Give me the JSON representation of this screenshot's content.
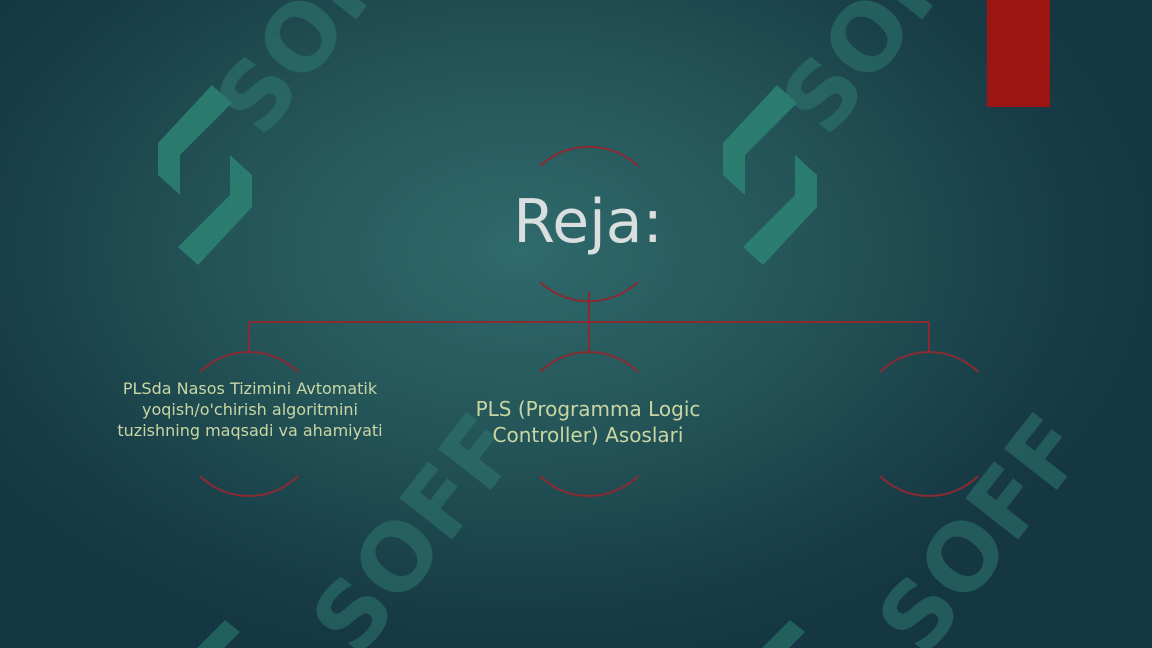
{
  "slide": {
    "title": "Reja:",
    "nodes": [
      {
        "label": "PLSda Nasos Tizimini Avtomatik yoqish/o'chirish algoritmini tuzishning maqsadi va ahamiyati"
      },
      {
        "label": "PLS (Programma Logic Controller) Asoslari"
      },
      {
        "label": ""
      }
    ]
  },
  "watermark": {
    "text": "SOFF",
    "logo": "sof-logo-icon"
  },
  "colors": {
    "background": "#245558",
    "accent": "#9b1613",
    "connector": "#8a2a33",
    "title_text": "#d9dede",
    "node_text": "#c9d6a3",
    "watermark": "#2f7871"
  }
}
